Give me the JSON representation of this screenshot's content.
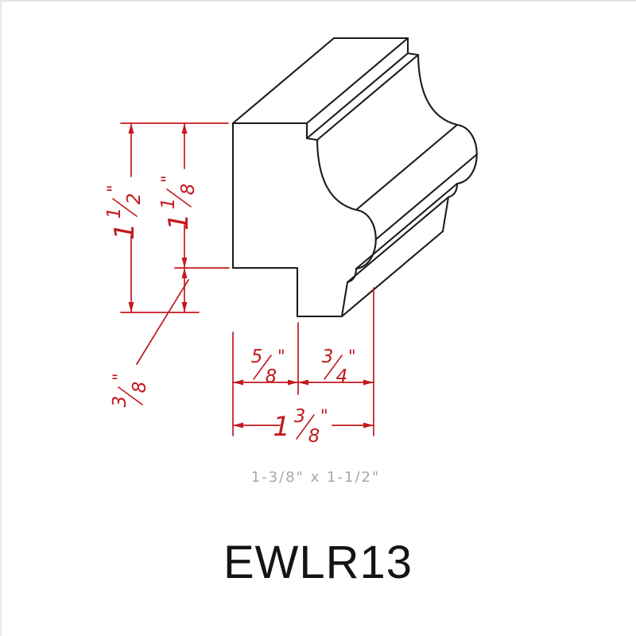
{
  "colors": {
    "dimension": "#c2191f",
    "line": "#1c1c1c",
    "caption": "#a8a8a8",
    "title": "#141414"
  },
  "dims": {
    "overall_height": {
      "whole": "1",
      "num": "1",
      "den": "2",
      "unit": "\""
    },
    "back_height": {
      "whole": "1",
      "num": "1",
      "den": "8",
      "unit": "\""
    },
    "step_depth": {
      "num": "3",
      "den": "8",
      "unit": "\""
    },
    "left_width": {
      "num": "5",
      "den": "8",
      "unit": "\""
    },
    "right_width": {
      "num": "3",
      "den": "4",
      "unit": "\""
    },
    "overall_width": {
      "whole": "1",
      "num": "3",
      "den": "8",
      "unit": "\""
    }
  },
  "caption": "1-3/8\" x 1-1/2\"",
  "title": "EWLR13"
}
